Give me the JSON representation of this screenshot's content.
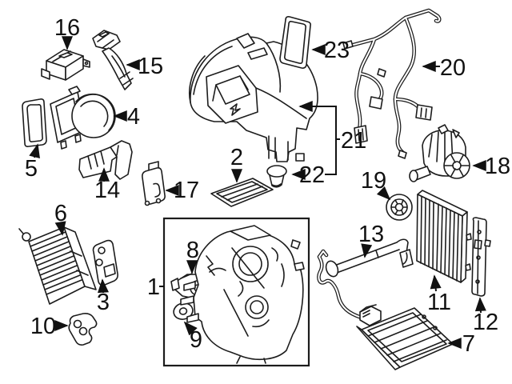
{
  "diagram": {
    "background_color": "#ffffff",
    "line_color": "#1c1c1c",
    "label_color": "#111111",
    "callouts": [
      {
        "label": "1"
      },
      {
        "label": "2"
      },
      {
        "label": "3"
      },
      {
        "label": "4"
      },
      {
        "label": "5"
      },
      {
        "label": "6"
      },
      {
        "label": "7"
      },
      {
        "label": "8"
      },
      {
        "label": "9"
      },
      {
        "label": "10"
      },
      {
        "label": "11"
      },
      {
        "label": "12"
      },
      {
        "label": "13"
      },
      {
        "label": "14"
      },
      {
        "label": "15"
      },
      {
        "label": "16"
      },
      {
        "label": "17"
      },
      {
        "label": "18"
      },
      {
        "label": "19"
      },
      {
        "label": "20"
      },
      {
        "label": "21"
      },
      {
        "label": "22"
      },
      {
        "label": "23"
      }
    ]
  }
}
